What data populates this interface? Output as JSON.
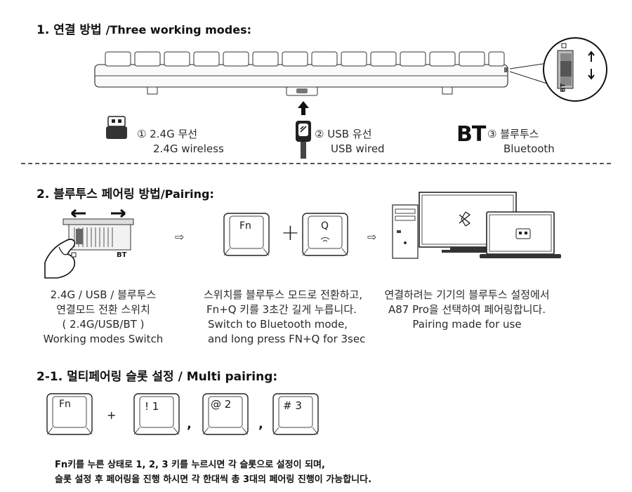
{
  "section1": {
    "title_ko": "1. 연결 방법",
    "title_en": "/Three working modes:",
    "modes": [
      {
        "num": "①",
        "ko": "2.4G 무선",
        "en": "2.4G wireless"
      },
      {
        "num": "②",
        "ko": "USB 유선",
        "en": "USB wired"
      },
      {
        "num": "③",
        "ko": "블루투스",
        "en": "Bluetooth",
        "logo": "BT"
      }
    ],
    "switch_label": "BT"
  },
  "section2": {
    "title_ko": "2. 블루투스 페어링 방법",
    "title_en": "/Pairing:",
    "switch_label": "BT",
    "keys": {
      "fn": "Fn",
      "q": "Q"
    },
    "plus": "+",
    "col1": {
      "line1": "2.4G / USB / 블루투스",
      "line2": "연결모드 전환 스위치",
      "line3": "( 2.4G/USB/BT )",
      "line4": "Working modes Switch"
    },
    "col2": {
      "line1": "스위치를 블루투스 모드로 전환하고,",
      "line2": "Fn+Q 키를 3초간 길게 누릅니다.",
      "line3": "Switch to Bluetooth mode,",
      "line4": "and long press FN+Q for 3sec"
    },
    "col3": {
      "line1": "연결하려는 기기의 블루투스 설정에서",
      "line2": "A87 Pro을 선택하여 페어링합니다.",
      "line3": "Pairing made for use"
    }
  },
  "section3": {
    "title": "2-1. 멀티페어링 슬롯 설정 / Multi pairing:",
    "keys": [
      {
        "label": "Fn"
      },
      {
        "label": "! 1"
      },
      {
        "label": "@ 2"
      },
      {
        "label": "# 3"
      }
    ],
    "plus": "+",
    "comma": ",",
    "note1": "Fn키를 누른 상태로 1, 2, 3 키를 누르시면 각 슬롯으로 설정이 되며,",
    "note2": "슬롯 설정 후 페어링을 진행 하시면 각 한대씩 총 3대의 페어링 진행이 가능합니다."
  }
}
